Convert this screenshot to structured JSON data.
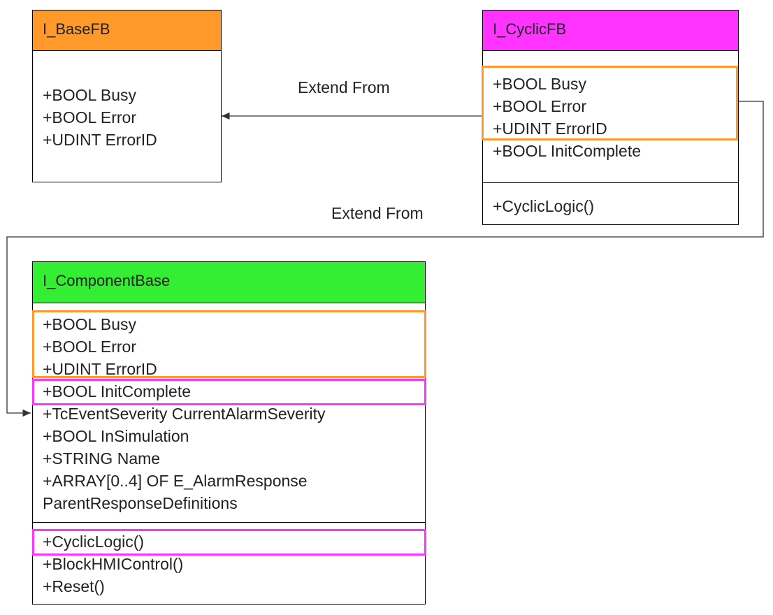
{
  "colors": {
    "base_header": "#FF9A2A",
    "cyclic_header": "#FF33FF",
    "component_header": "#33EE33",
    "orange_highlight": "#FF9A2A",
    "magenta_highlight": "#FF33FF"
  },
  "base_fb": {
    "title": "I_BaseFB",
    "fields": [
      "+BOOL Busy",
      "+BOOL Error",
      "+UDINT ErrorID"
    ]
  },
  "cyclic_fb": {
    "title": "I_CyclicFB",
    "fields": [
      "+BOOL Busy",
      "+BOOL Error",
      "+UDINT ErrorID",
      "+BOOL InitComplete"
    ],
    "methods": [
      "+CyclicLogic()"
    ]
  },
  "component_base": {
    "title": "I_ComponentBase",
    "fields": [
      "+BOOL Busy",
      "+BOOL Error",
      "+UDINT ErrorID",
      "+BOOL InitComplete",
      "+TcEventSeverity CurrentAlarmSeverity",
      "+BOOL InSimulation",
      "+STRING Name",
      "+ARRAY[0..4] OF E_AlarmResponse",
      "ParentResponseDefinitions"
    ],
    "methods": [
      "+CyclicLogic()",
      "+BlockHMIControl()",
      "+Reset()"
    ]
  },
  "relations": {
    "top_label": "Extend From",
    "bottom_label": "Extend From"
  }
}
